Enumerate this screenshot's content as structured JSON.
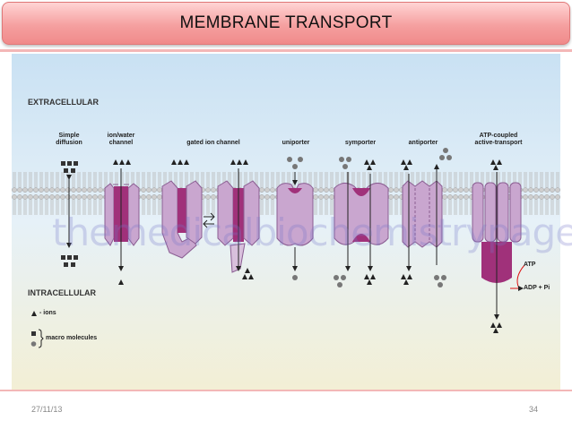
{
  "slide": {
    "title": "MEMBRANE TRANSPORT",
    "date": "27/11/13",
    "page_number": "34"
  },
  "diagram": {
    "region_top": "EXTRACELLULAR",
    "region_bottom": "INTRACELLULAR",
    "transporters": [
      {
        "id": "simple",
        "label": "Simple\ndiffusion"
      },
      {
        "id": "ion-water",
        "label": "ion/water\nchannel"
      },
      {
        "id": "gated",
        "label": "gated ion channel"
      },
      {
        "id": "uniporter",
        "label": "uniporter"
      },
      {
        "id": "symporter",
        "label": "symporter"
      },
      {
        "id": "antiporter",
        "label": "antiporter"
      },
      {
        "id": "atp",
        "label": "ATP-coupled\nactive-transport"
      }
    ],
    "atp_label": "ATP",
    "adp_label": "ADP + Pi",
    "legend": {
      "ions": "- ions",
      "macro": "macro molecules"
    },
    "watermark": "themedicalbiochemistrypage.org",
    "colors": {
      "membrane_band": "#e8e6b2",
      "background_top": "#cfe4f4",
      "protein_light": "#c9a6cf",
      "protein_dark": "#a0317a"
    }
  }
}
